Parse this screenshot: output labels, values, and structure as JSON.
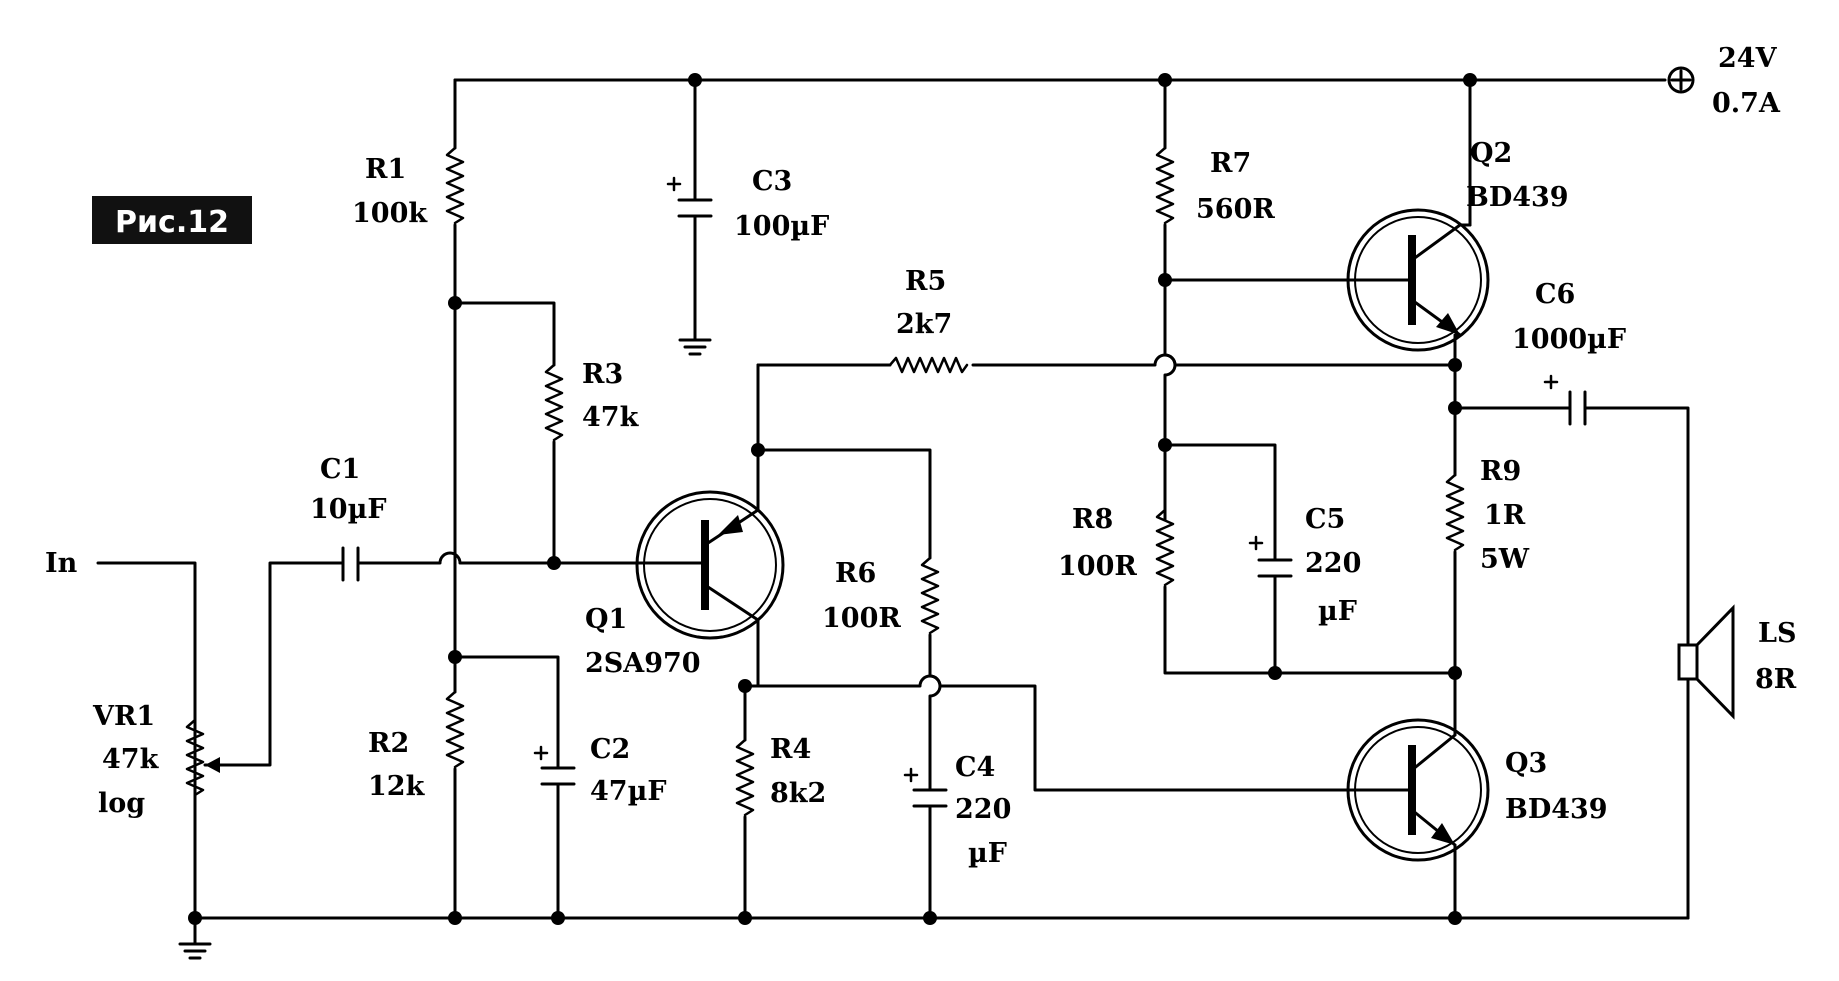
{
  "figure_label": "Рис.12",
  "power": {
    "voltage": "24V",
    "current": "0.7A",
    "symbol": "⊕"
  },
  "input_label": "In",
  "components": {
    "r1": {
      "ref": "R1",
      "value": "100k"
    },
    "r2": {
      "ref": "R2",
      "value": "12k"
    },
    "r3": {
      "ref": "R3",
      "value": "47k"
    },
    "r4": {
      "ref": "R4",
      "value": "8k2"
    },
    "r5": {
      "ref": "R5",
      "value": "2k7"
    },
    "r6": {
      "ref": "R6",
      "value": "100R"
    },
    "r7": {
      "ref": "R7",
      "value": "560R"
    },
    "r8": {
      "ref": "R8",
      "value": "100R"
    },
    "r9": {
      "ref": "R9",
      "value": "1R",
      "rating": "5W"
    },
    "c1": {
      "ref": "C1",
      "value": "10µF"
    },
    "c2": {
      "ref": "C2",
      "value": "47µF"
    },
    "c3": {
      "ref": "C3",
      "value": "100µF"
    },
    "c4": {
      "ref": "C4",
      "value": "220",
      "unit": "µF"
    },
    "c5": {
      "ref": "C5",
      "value": "220",
      "unit": "µF"
    },
    "c6": {
      "ref": "C6",
      "value": "1000µF"
    },
    "vr1": {
      "ref": "VR1",
      "value": "47k",
      "taper": "log"
    },
    "q1": {
      "ref": "Q1",
      "part": "2SA970"
    },
    "q2": {
      "ref": "Q2",
      "part": "BD439"
    },
    "q3": {
      "ref": "Q3",
      "part": "BD439"
    },
    "ls": {
      "ref": "LS",
      "value": "8R"
    }
  },
  "polarity_mark": "+"
}
